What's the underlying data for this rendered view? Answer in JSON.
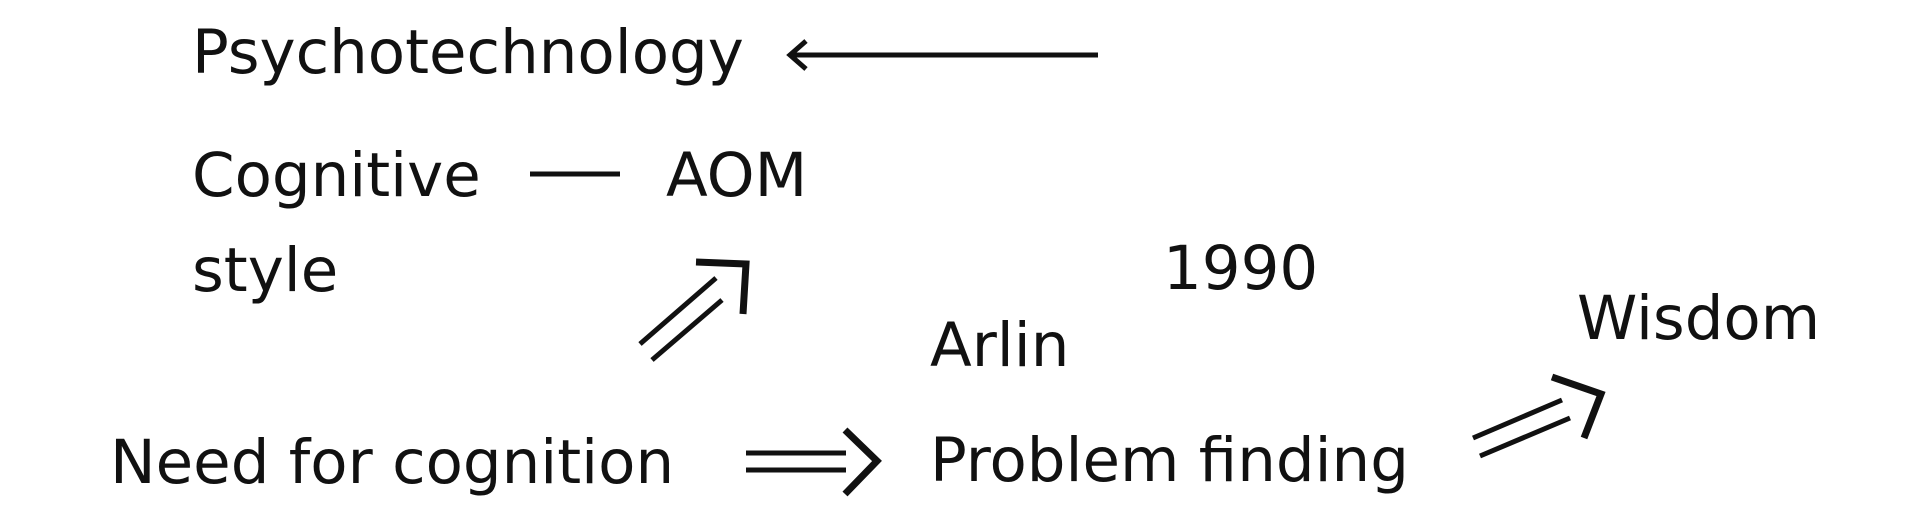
{
  "nodes": {
    "psychotechnology": "Psychotechnology",
    "cognitive": "Cognitive",
    "style": "style",
    "aom": "AOM",
    "year": "1990",
    "arlin": "Arlin",
    "wisdom": "Wisdom",
    "need_for_cognition": "Need for cognition",
    "problem_finding": "Problem finding"
  },
  "edges": [
    {
      "from": "(unlabeled line)",
      "to": "Psychotechnology",
      "style": "single-arrow"
    },
    {
      "from": "Cognitive style",
      "to": "AOM",
      "style": "plain-line"
    },
    {
      "from": "(below)",
      "to": "AOM",
      "style": "double-arrow"
    },
    {
      "from": "Need for cognition",
      "to": "Problem finding",
      "style": "double-arrow"
    },
    {
      "from": "Problem finding",
      "to": "Wisdom",
      "style": "double-arrow"
    }
  ],
  "colors": {
    "ink": "#111111",
    "background": "#ffffff"
  }
}
